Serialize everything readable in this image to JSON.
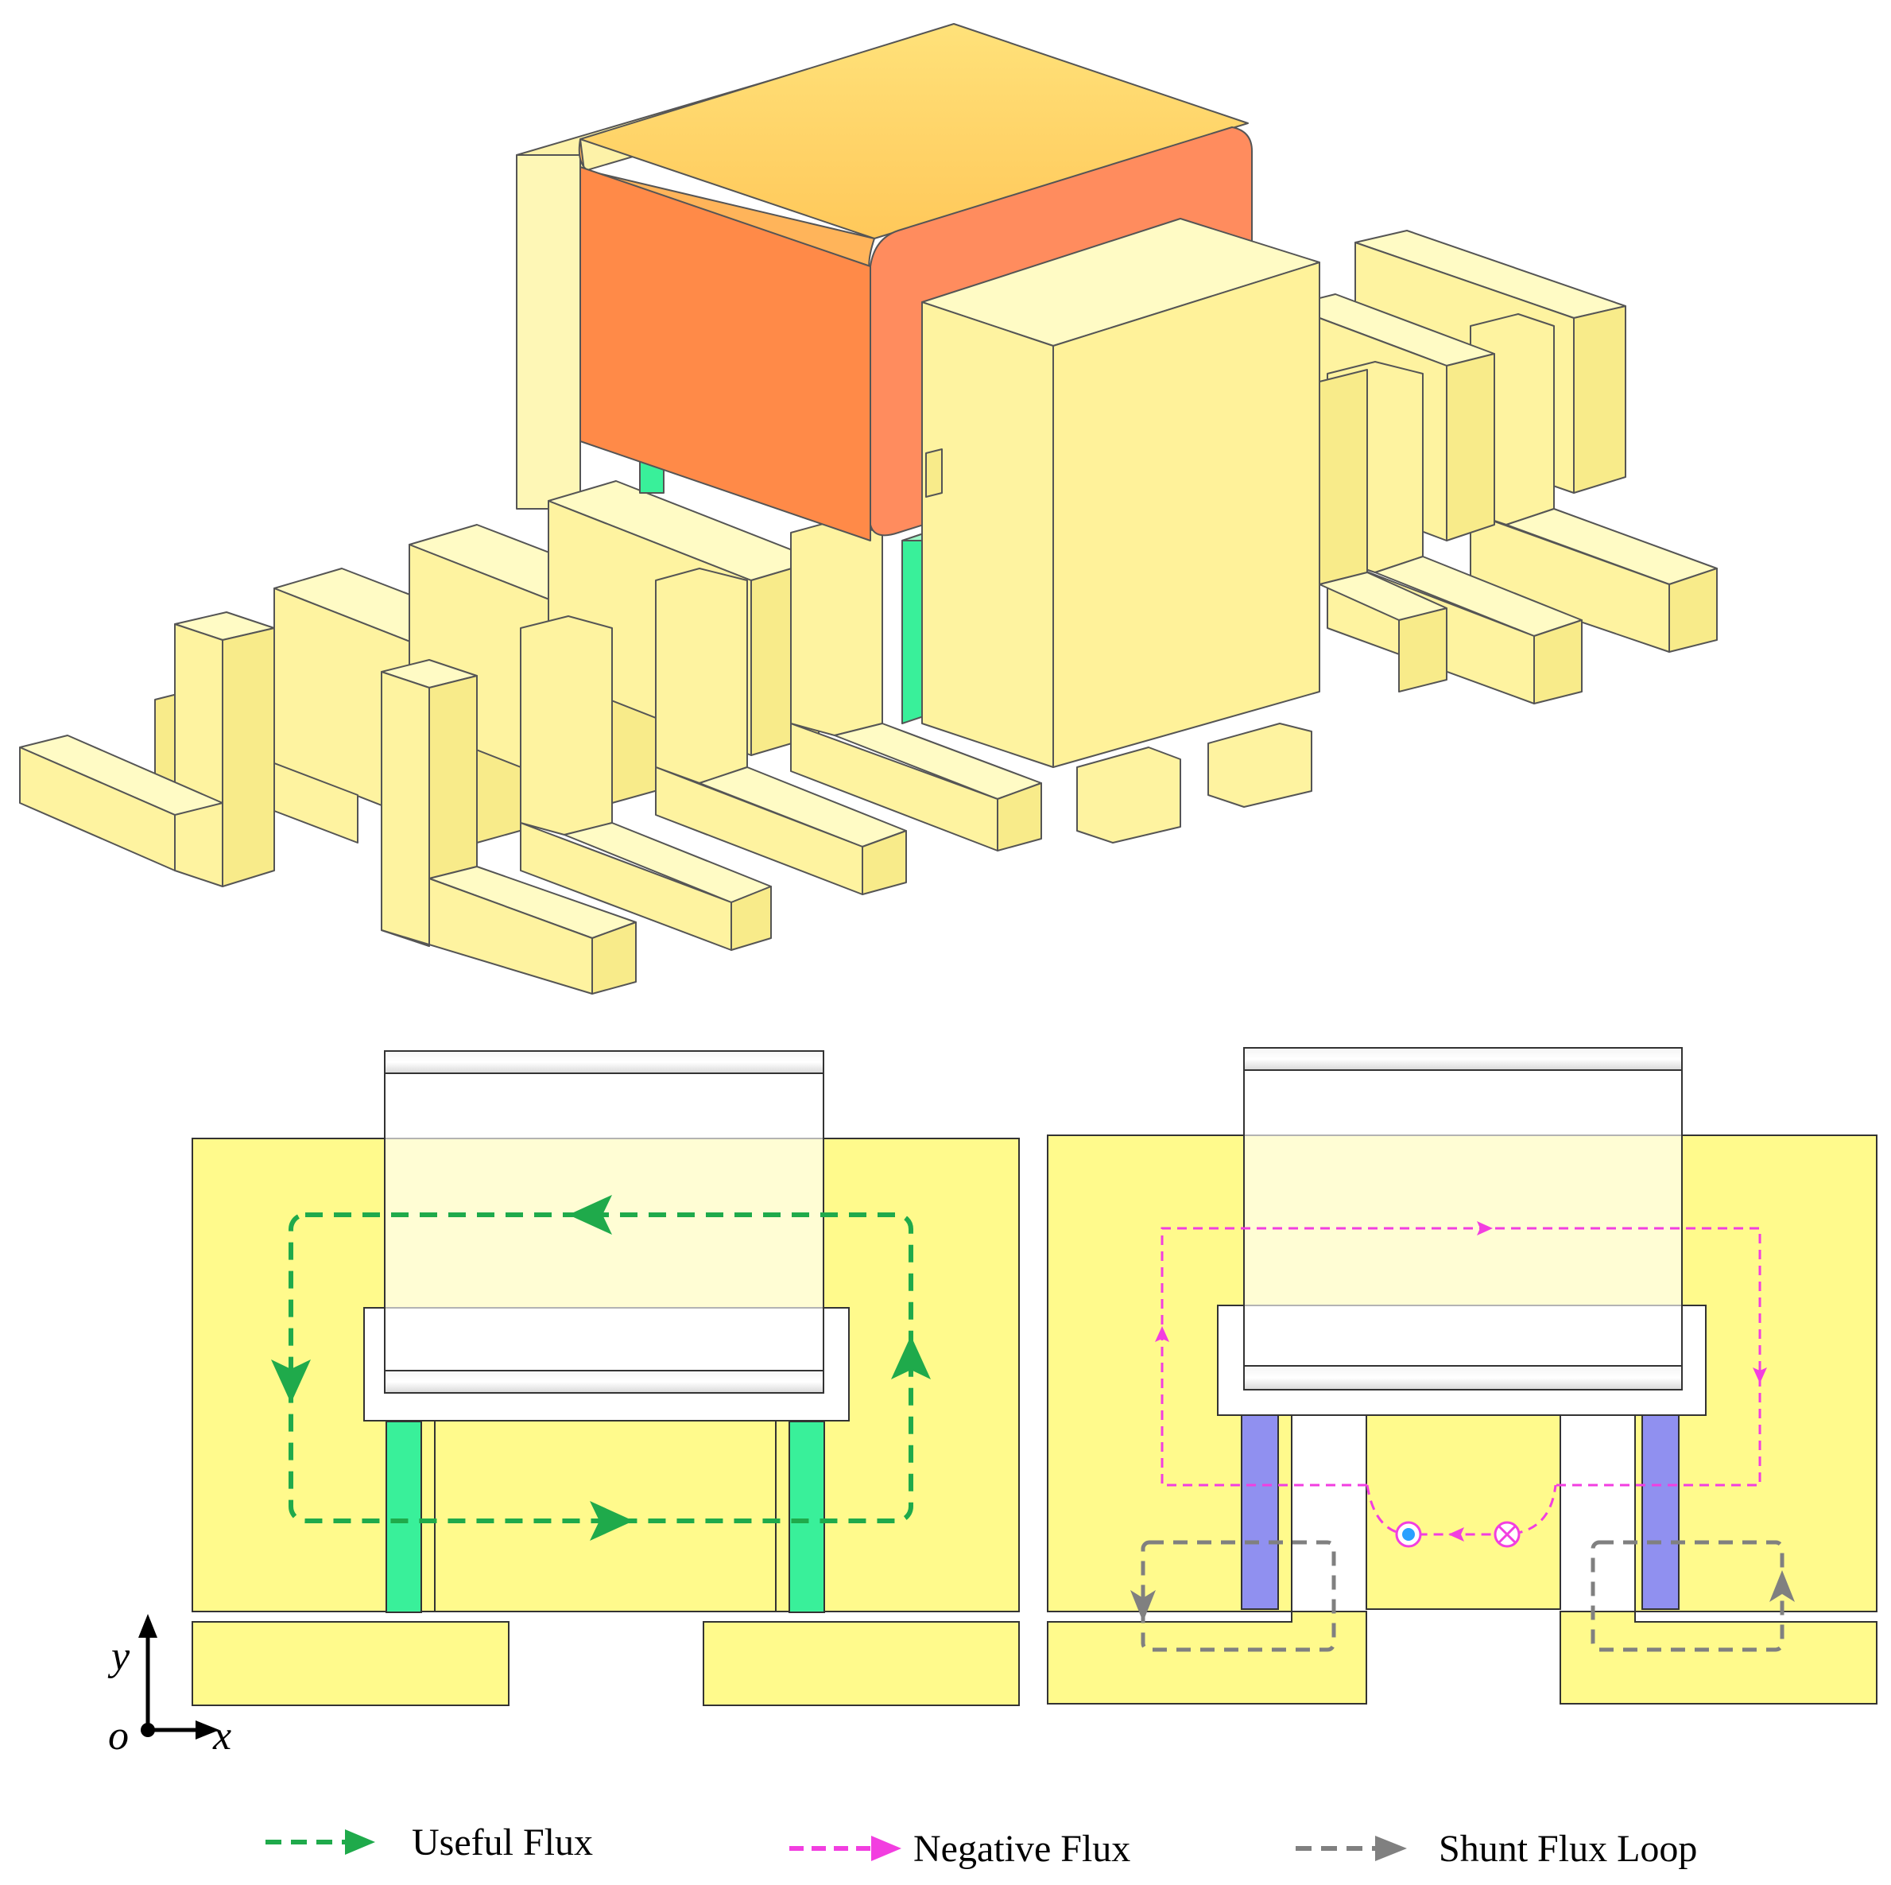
{
  "axes": {
    "y_label": "y",
    "origin_label": "o",
    "x_label": "x"
  },
  "legend": {
    "items": [
      {
        "key": "useful",
        "label": "Useful Flux",
        "color": "#1faa4b"
      },
      {
        "key": "negative",
        "label": "Negative Flux",
        "color": "#f23ee0"
      },
      {
        "key": "shunt",
        "label": "Shunt Flux Loop",
        "color": "#808080"
      }
    ]
  },
  "colors": {
    "core": "#fffa8c",
    "core_3d": "#fdf09a",
    "magnet_green": "#39f09a",
    "magnet_blue": "#9090f0",
    "coil": "#ff8a48"
  }
}
